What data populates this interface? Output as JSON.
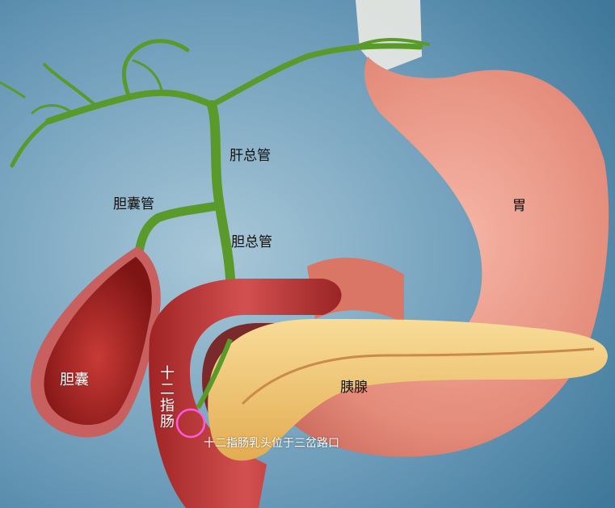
{
  "labels": {
    "common_hepatic_duct": "肝总管",
    "cystic_duct": "胆囊管",
    "common_bile_duct": "胆总管",
    "stomach": "胃",
    "gallbladder": "胆囊",
    "duodenum": "十二指肠",
    "pancreas": "胰腺",
    "papilla_note": "十二指肠乳头位于三岔路口"
  },
  "colors": {
    "background": "#4f88a8",
    "duct": "#5a9a2a",
    "stomach": "#e99a8a",
    "gallbladder": "#b42a2a",
    "duodenum": "#b83a3a",
    "pancreas": "#f0c878",
    "marker": "#ff5adf"
  }
}
